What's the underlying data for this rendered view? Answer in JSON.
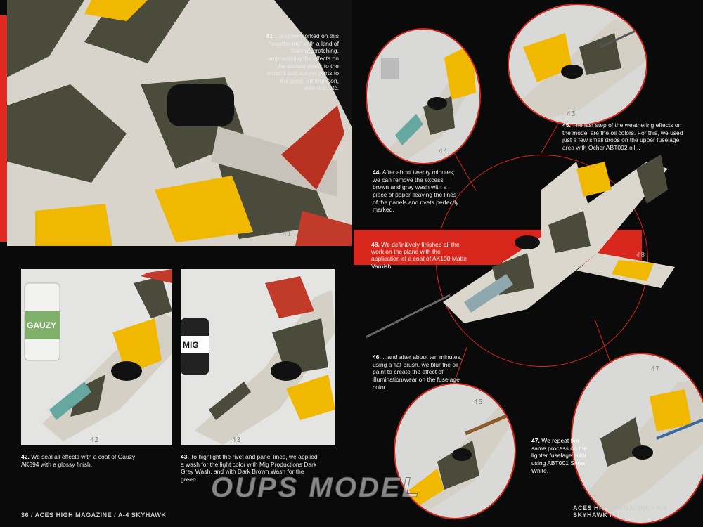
{
  "captions": {
    "c41": {
      "num": "41",
      "text": "...and we worked on this \"weathering\" with a kind of flaking/scratching, emphasising the effects on the access areas to the aircraft and access parts to the guns, ammunition, avionics, etc."
    },
    "c42": {
      "num": "42.",
      "text": "We seal all effects with a coat of Gauzy AK894 with a glossy finish."
    },
    "c43": {
      "num": "43.",
      "text": "To highlight the rivet and panel lines, we applied a wash for the light color with Mig Productions Dark Grey Wash, and with Dark Brown Wash for the green."
    },
    "c44": {
      "num": "44.",
      "text": "After about twenty minutes, we can remove the excess brown and grey wash with a piece of paper, leaving the lines of the panels and rivets perfectly marked."
    },
    "c45": {
      "num": "45.",
      "text": "The last step of the weathering effects on the model are the oil colors. For this, we used just a few small drops on the upper fuselage area with Ocher ABT092 oil..."
    },
    "c46": {
      "num": "46.",
      "text": "...and after about ten minutes, using a flat brush, we blur the oil paint to create the effect of illumination/wear on the fuselage color."
    },
    "c47": {
      "num": "47.",
      "text": "We repeat the same process on the lighter fuselage color using ABT001 Snow White."
    },
    "c48": {
      "num": "48.",
      "text": "We definitively finished all the work on the plane with the application of a coat of AK190 Matte Varnish."
    }
  },
  "photo_numbers": {
    "p41": "41",
    "p42": "42",
    "p43": "43",
    "p44": "44",
    "p45": "45",
    "p46": "46",
    "p47": "47",
    "p48": "48"
  },
  "labels": {
    "gauzy": "GAUZY",
    "mig": "MIG"
  },
  "footer": {
    "left": "36 / ACES HIGH MAGAZINE / A-4 SKYHAWK",
    "right": "ACES HIGH MAGAZINE / A-4 SKYHAWK / 37"
  },
  "watermark": "OUPS MODEL",
  "colors": {
    "accent_red": "#d8261c",
    "camo_green": "#4a4b3a",
    "camo_white": "#e9e6df",
    "yellow": "#f0b800"
  }
}
